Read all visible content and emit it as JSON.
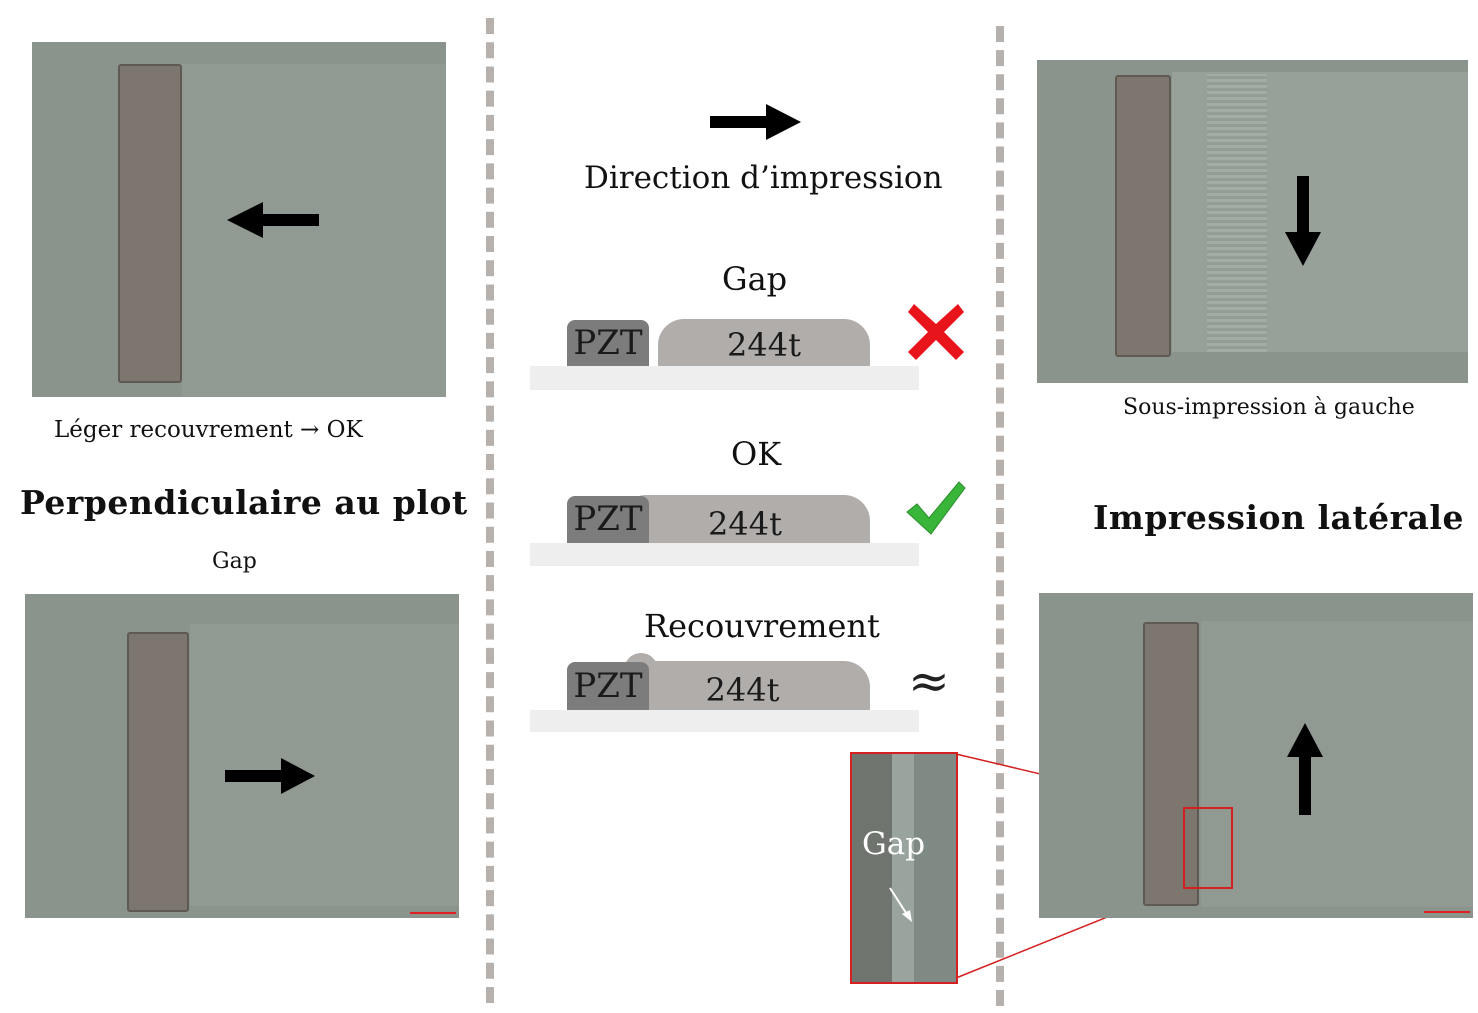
{
  "center": {
    "direction_label": "Direction d’impression",
    "cases": [
      {
        "title": "Gap",
        "pzt_label": "PZT",
        "ink_label": "244t",
        "verdict": "cross-icon"
      },
      {
        "title": "OK",
        "pzt_label": "PZT",
        "ink_label": "244t",
        "verdict": "check-icon"
      },
      {
        "title": "Recouvrement",
        "pzt_label": "PZT",
        "ink_label": "244t",
        "verdict": "approx-icon",
        "verdict_text": "≈"
      }
    ],
    "inset_label": "Gap"
  },
  "left": {
    "heading": "Perpendiculaire au plot",
    "top_caption": "Léger recouvrement → OK",
    "bottom_caption": "Gap"
  },
  "right": {
    "heading": "Impression latérale",
    "top_caption": "Sous-impression à gauche"
  },
  "colors": {
    "photo_bg": "#8a938c",
    "strip": "#7d766f",
    "divider": "#b7b1ad",
    "pzt": "#7c7c7c",
    "ink": "#b1adab",
    "inset_border": "#d42020",
    "check": "#39b53a",
    "cross": "#e8141c"
  }
}
